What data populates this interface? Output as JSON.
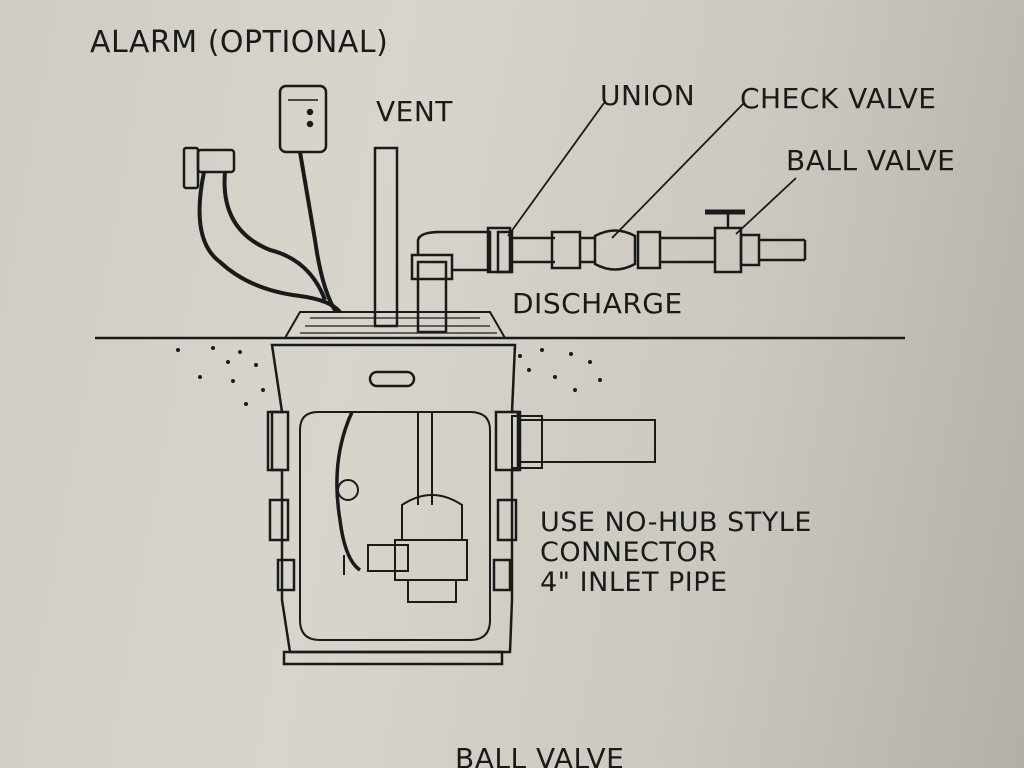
{
  "labels": {
    "alarm": "ALARM (OPTIONAL)",
    "vent": "VENT",
    "union": "UNION",
    "check_valve": "CHECK VALVE",
    "ball_valve": "BALL VALVE",
    "discharge": "DISCHARGE",
    "note_line1": "USE NO-HUB STYLE",
    "note_line2": "CONNECTOR",
    "note_line3": "4\" INLET PIPE",
    "bottom_ball_valve": "BALL VALVE"
  },
  "colors": {
    "paper": "#d3d0c8",
    "ink": "#1a1a1a",
    "faded_text": "#8a8882"
  }
}
